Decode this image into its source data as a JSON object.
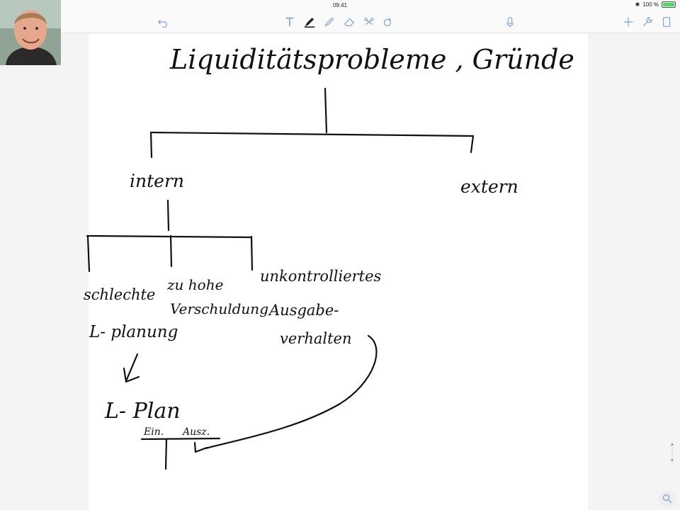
{
  "status": {
    "time": "09:41",
    "battery": "100 %"
  },
  "toolbar": {
    "tools": [
      "undo-icon",
      "text-icon",
      "pen-icon",
      "highlighter-icon",
      "eraser-icon",
      "lasso-icon",
      "shapes-icon",
      "microphone-icon",
      "add-icon",
      "wrench-icon",
      "page-icon"
    ],
    "accent": "#7aa3d6"
  },
  "note": {
    "title": "Liquiditätsprobleme , Gründe",
    "branch_left": "intern",
    "branch_right": "extern",
    "sub1_line1": "schlechte",
    "sub1_line2": "L- planung",
    "sub2_line1": "zu hohe",
    "sub2_line2": "Verschuldung",
    "sub3_line1": "unkontrolliertes",
    "sub3_line2": "Ausgabe-",
    "sub3_line3": "verhalten",
    "result": "L- Plan",
    "result_sub_left": "Ein.",
    "result_sub_right": "Ausz."
  },
  "ink_color": "#111111"
}
